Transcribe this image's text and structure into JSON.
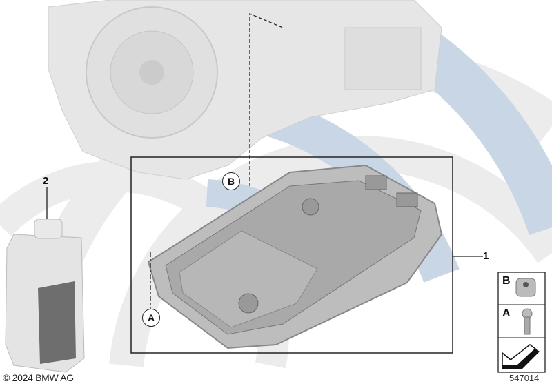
{
  "diagram": {
    "parts": [
      {
        "number": "1",
        "description_shown": ""
      },
      {
        "number": "2",
        "description_shown": ""
      }
    ],
    "callouts": [
      "A",
      "B"
    ],
    "legend": [
      {
        "letter": "B",
        "icon": "plug-screw-icon"
      },
      {
        "letter": "A",
        "icon": "bolt-icon"
      },
      {
        "icon": "direction-arrow-icon"
      }
    ],
    "copyright": "© 2024 BMW AG",
    "image_number": "547014",
    "colors": {
      "watermark_blue": "#c9d6e6",
      "watermark_grey": "#ececec",
      "line": "#222222"
    }
  }
}
